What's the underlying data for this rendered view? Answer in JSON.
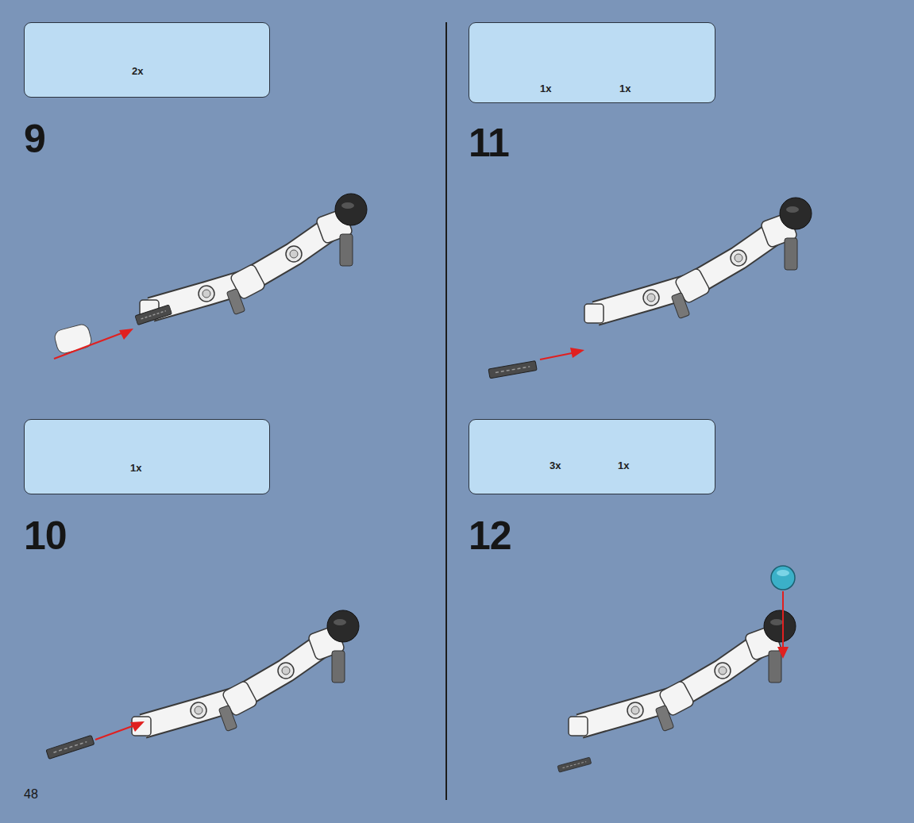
{
  "diagram": {
    "nodes": [
      {
        "text": [
          "2x"
        ]
      },
      {
        "text": [
          "1x"
        ]
      },
      {
        "text": [
          "1x",
          "1x"
        ]
      },
      {
        "text": [
          "3x",
          "1x"
        ]
      }
    ],
    "labels": [
      "9",
      "10",
      "11",
      "12",
      "48"
    ]
  }
}
